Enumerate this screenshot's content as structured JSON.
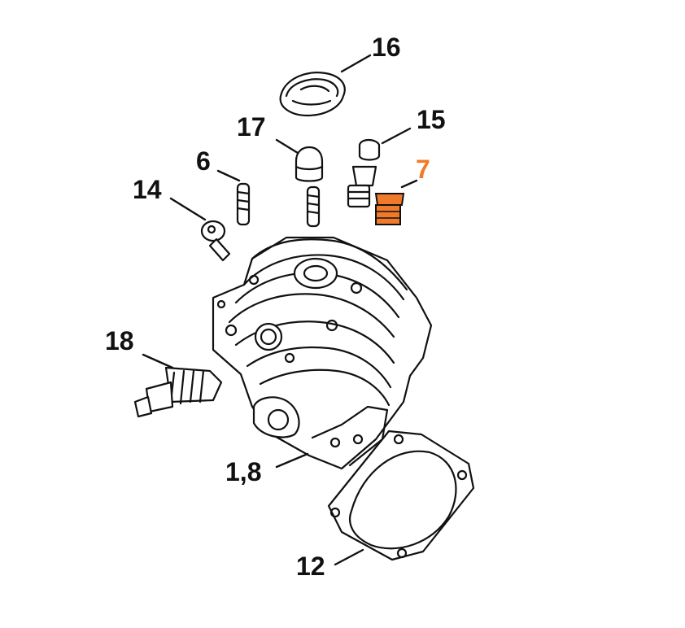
{
  "labels": {
    "l16": "16",
    "l17": "17",
    "l15": "15",
    "l7": "7",
    "l6": "6",
    "l14": "14",
    "l18": "18",
    "l18b": "1,8",
    "l12": "12"
  },
  "colors": {
    "highlight": "#f07a2a",
    "ink": "#111111",
    "background": "#ffffff"
  }
}
